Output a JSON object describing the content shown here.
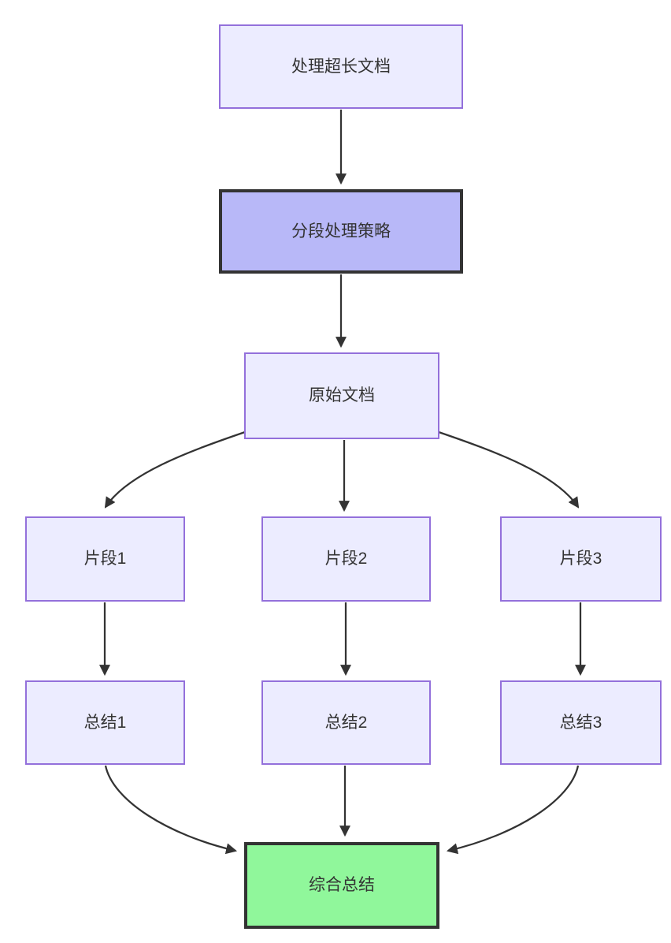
{
  "diagram": {
    "type": "flowchart-top-down",
    "colors": {
      "node_fill": "#ECECFF",
      "node_border": "#9370DB",
      "highlight_fill": "#b8b8f8",
      "highlight_border": "#333333",
      "success_fill": "#90f79b",
      "success_border": "#333333",
      "edge": "#333333",
      "text": "#333333",
      "background": "#ffffff"
    },
    "nodes": [
      {
        "id": "A",
        "label": "处理超长文档",
        "style": "default"
      },
      {
        "id": "B",
        "label": "分段处理策略",
        "style": "highlight"
      },
      {
        "id": "C",
        "label": "原始文档",
        "style": "default"
      },
      {
        "id": "D",
        "label": "片段1",
        "style": "default"
      },
      {
        "id": "E",
        "label": "片段2",
        "style": "default"
      },
      {
        "id": "F",
        "label": "片段3",
        "style": "default"
      },
      {
        "id": "G",
        "label": "总结1",
        "style": "default"
      },
      {
        "id": "H",
        "label": "总结2",
        "style": "default"
      },
      {
        "id": "I",
        "label": "总结3",
        "style": "default"
      },
      {
        "id": "J",
        "label": "综合总结",
        "style": "success"
      }
    ],
    "edges": [
      {
        "from": "A",
        "to": "B"
      },
      {
        "from": "B",
        "to": "C"
      },
      {
        "from": "C",
        "to": "D"
      },
      {
        "from": "C",
        "to": "E"
      },
      {
        "from": "C",
        "to": "F"
      },
      {
        "from": "D",
        "to": "G"
      },
      {
        "from": "E",
        "to": "H"
      },
      {
        "from": "F",
        "to": "I"
      },
      {
        "from": "G",
        "to": "J"
      },
      {
        "from": "H",
        "to": "J"
      },
      {
        "from": "I",
        "to": "J"
      }
    ]
  }
}
